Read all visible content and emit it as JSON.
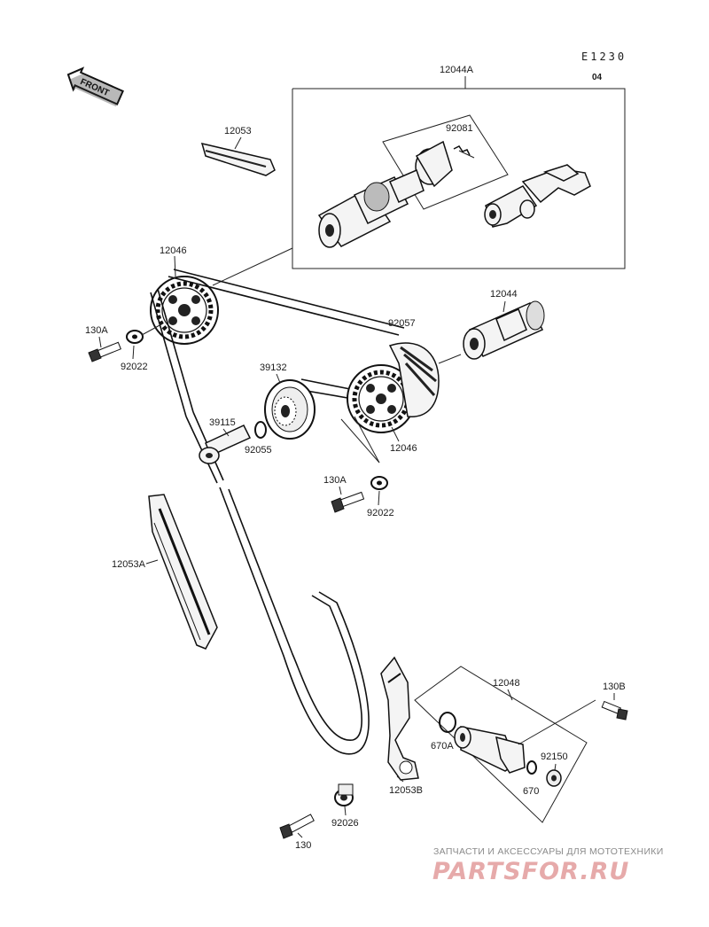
{
  "header": {
    "ref": "E1230",
    "sub": "04"
  },
  "front_label": "FRONT",
  "labels": {
    "l12044A": "12044A",
    "l92081": "92081",
    "l12053": "12053",
    "l12046a": "12046",
    "l130Aa": "130A",
    "l92022a": "92022",
    "l92057": "92057",
    "l12044": "12044",
    "l39132": "39132",
    "l39115": "39115",
    "l92055": "92055",
    "l12046b": "12046",
    "l130Ab": "130A",
    "l92022b": "92022",
    "l12053A": "12053A",
    "l12048": "12048",
    "l130B": "130B",
    "l670A": "670A",
    "l92150": "92150",
    "l670": "670",
    "l12053B": "12053B",
    "l92026": "92026",
    "l130": "130"
  },
  "watermark": {
    "caption": "ЗАПЧАСТИ И АКСЕССУАРЫ ДЛЯ МОТОТЕХНИКИ",
    "brand": "PARTSFOR.RU"
  }
}
